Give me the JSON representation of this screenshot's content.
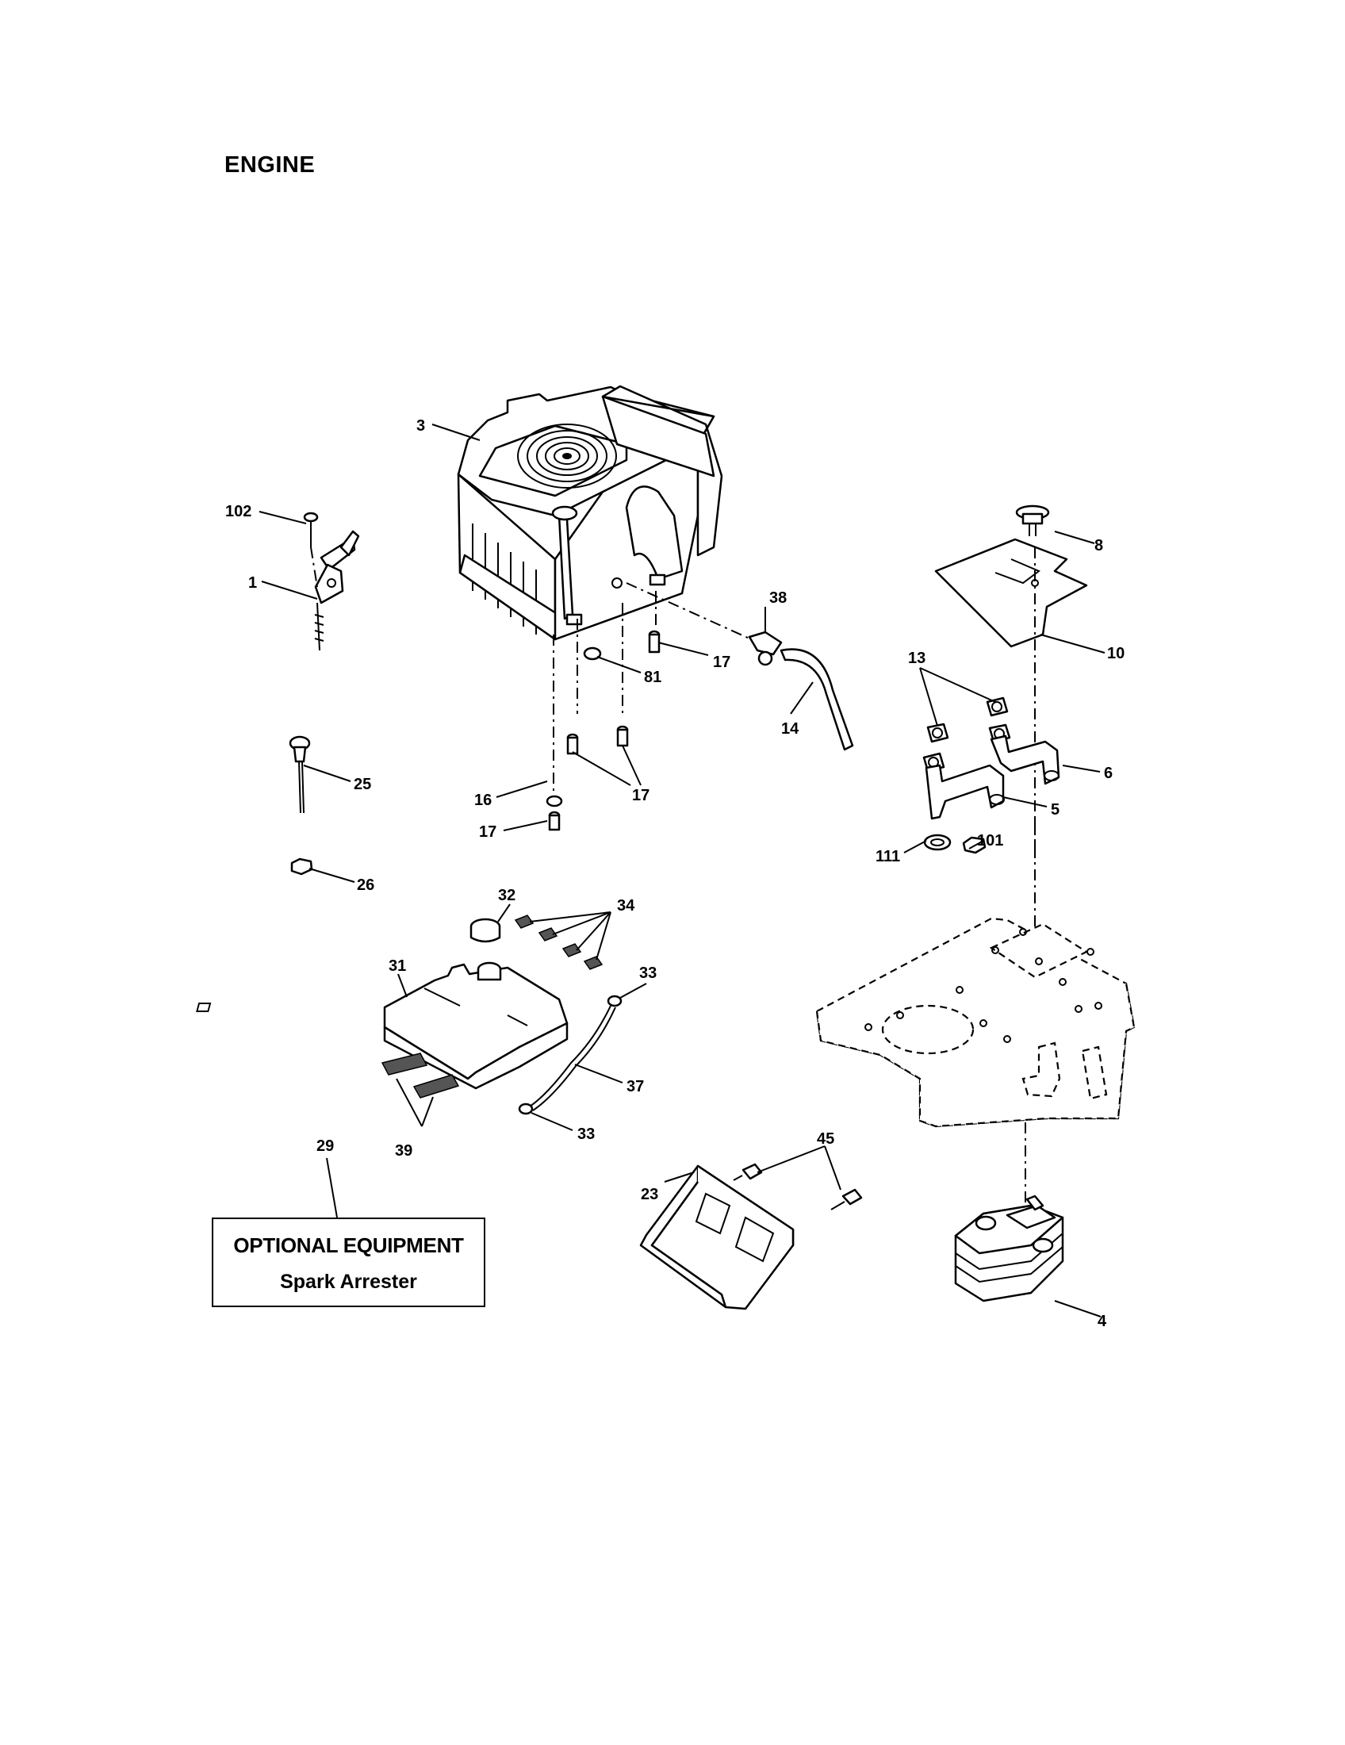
{
  "page": {
    "title": "ENGINE"
  },
  "optional_box": {
    "line1": "OPTIONAL EQUIPMENT",
    "line2": "Spark Arrester",
    "ref": "29"
  },
  "callouts": {
    "c3": "3",
    "c102": "102",
    "c1": "1",
    "c8": "8",
    "c10": "10",
    "c38": "38",
    "c17a": "17",
    "c81": "81",
    "c14": "14",
    "c13": "13",
    "c6": "6",
    "c5": "5",
    "c25": "25",
    "c16": "16",
    "c17b": "17",
    "c17c": "17",
    "c111": "111",
    "c101": "101",
    "c26": "26",
    "c32": "32",
    "c34": "34",
    "c31": "31",
    "c33a": "33",
    "c37": "37",
    "c33b": "33",
    "c39": "39",
    "c29": "29",
    "c45": "45",
    "c23": "23",
    "c4": "4"
  }
}
